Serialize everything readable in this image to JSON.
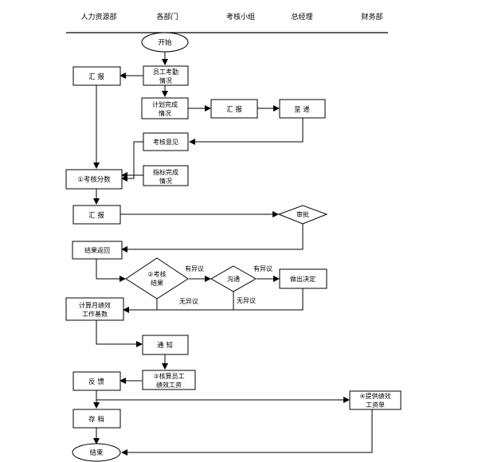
{
  "lanes": {
    "hr": "人力资源部",
    "dept": "各部门",
    "team": "考核小组",
    "gm": "总经理",
    "fin": "财务部"
  },
  "nodes": {
    "start": "开始",
    "report1": "汇  报",
    "attendance": [
      "员工考勤",
      "情况"
    ],
    "plan": [
      "计划完成",
      "情况"
    ],
    "report2": "汇  报",
    "submit": "呈  递",
    "opinion": "考核意见",
    "index": [
      "指标完成",
      "情况"
    ],
    "score": "①考核分数",
    "report3": "汇  报",
    "approve": "审批",
    "return": "结果返回",
    "result": [
      "②考核",
      "结果"
    ],
    "communicate": "沟通",
    "decide": "做出决定",
    "calc": [
      "计算月绩效",
      "工作基数"
    ],
    "notify": "通  知",
    "wage": [
      "③核算员工",
      "绩效工资"
    ],
    "feedback": "反  馈",
    "provide": [
      "④提供绩效",
      "工资单"
    ],
    "archive": "存  档",
    "end": "结束"
  },
  "edge_labels": {
    "dissent1": "有异议",
    "dissent2": "有异议",
    "nodissent1": "无异议",
    "nodissent2": "无异议"
  }
}
